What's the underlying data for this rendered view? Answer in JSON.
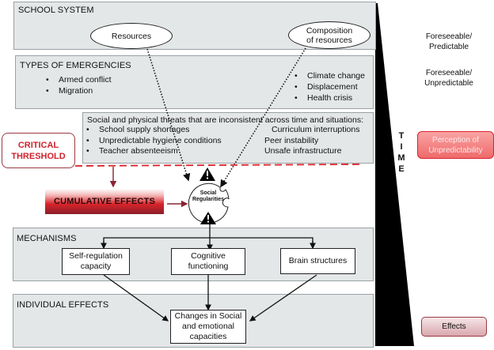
{
  "school_system": {
    "title": "SCHOOL SYSTEM",
    "resources": "Resources",
    "composition_line1": "Composition",
    "composition_line2": "of resources"
  },
  "emergencies": {
    "title": "TYPES OF EMERGENCIES",
    "left_items": [
      "Armed conflict",
      "Migration"
    ],
    "right_items": [
      "Climate change",
      "Displacement",
      "Health crisis"
    ]
  },
  "threats": {
    "heading": "Social and physical threats that are inconsistent across time and situations:",
    "left_items": [
      "School supply shortages",
      "Unpredictable hygiene conditions",
      "Teacher absenteeism"
    ],
    "right_items": [
      "Curriculum interruptions",
      "Peer instability",
      "Unsafe infrastructure"
    ]
  },
  "critical_threshold": {
    "line1": "CRITICAL",
    "line2": "THRESHOLD"
  },
  "cumulative_effects": "CUMULATIVE EFFECTS",
  "social_regularities": {
    "line1": "Social",
    "line2": "Regularities"
  },
  "mechanisms": {
    "title": "MECHANISMS",
    "self_regulation": {
      "line1": "Self-regulation",
      "line2": "capacity"
    },
    "cognitive": {
      "line1": "Cognitive",
      "line2": "functioning"
    },
    "brain": "Brain structures"
  },
  "individual_effects": {
    "title": "INDIVIDUAL EFFECTS",
    "changes": {
      "line1": "Changes in Social",
      "line2": "and emotional",
      "line3": "capacities"
    }
  },
  "time_axis": {
    "letters": [
      "T",
      "I",
      "M",
      "E"
    ]
  },
  "right_labels": {
    "foreseeable_predictable": {
      "line1": "Foreseeable/",
      "line2": "Predictable"
    },
    "foreseeable_unpredictable": {
      "line1": "Foreseeable/",
      "line2": "Unpredictable"
    },
    "perception": {
      "line1": "Perception of",
      "line2": "Unpredictability"
    },
    "effects": "Effects"
  },
  "colors": {
    "panel": "#e4e7e8",
    "threshold_red": "#c8202a",
    "dark_red": "#8b2232",
    "perception_fill": "#f27b7b"
  }
}
